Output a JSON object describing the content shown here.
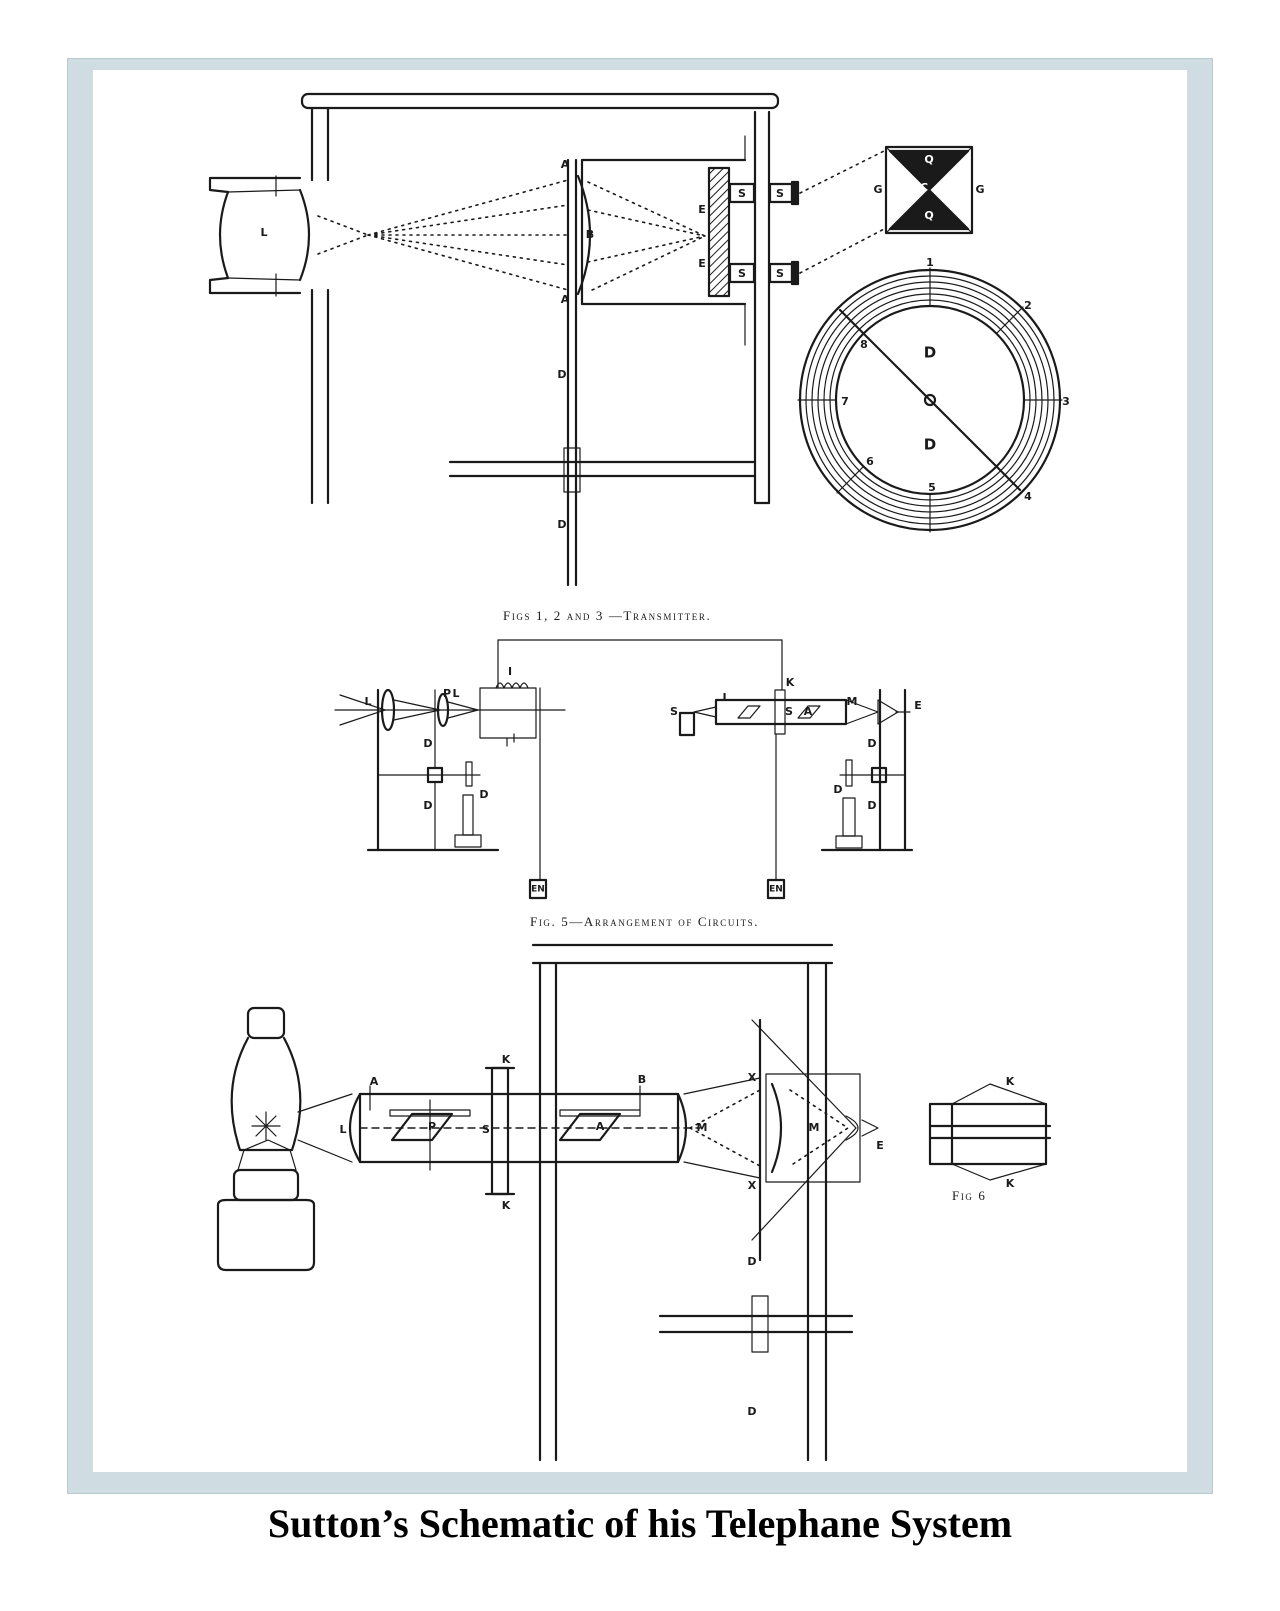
{
  "title": "Sutton’s Schematic of his Telephane System",
  "captions": {
    "transmitter": "Figs 1, 2 and 3 —Transmitter.",
    "circuits": "Fig. 5—Arrangement of Circuits.",
    "fig6": "Fig 6"
  },
  "labels": {
    "fig1": [
      "L",
      "A",
      "B",
      "A",
      "E",
      "E",
      "S",
      "S",
      "S",
      "S",
      "D",
      "D"
    ],
    "fig2": [
      "G",
      "C",
      "G",
      "Q",
      "Q"
    ],
    "fig3": [
      "1",
      "2",
      "3",
      "4",
      "5",
      "6",
      "7",
      "8",
      "D",
      "D"
    ],
    "fig5_left": [
      "L",
      "P",
      "L",
      "I",
      "D",
      "D",
      "D"
    ],
    "fig5_right": [
      "S",
      "L",
      "A",
      "K",
      "S",
      "M",
      "E",
      "D",
      "D",
      "D"
    ],
    "fig5_earth": [
      "EN",
      "EN"
    ],
    "fig4": [
      "L",
      "A",
      "P",
      "K",
      "K",
      "S",
      "A",
      "B",
      "M",
      "M",
      "E",
      "X",
      "X",
      "D",
      "D"
    ],
    "fig6": [
      "K",
      "K"
    ]
  }
}
